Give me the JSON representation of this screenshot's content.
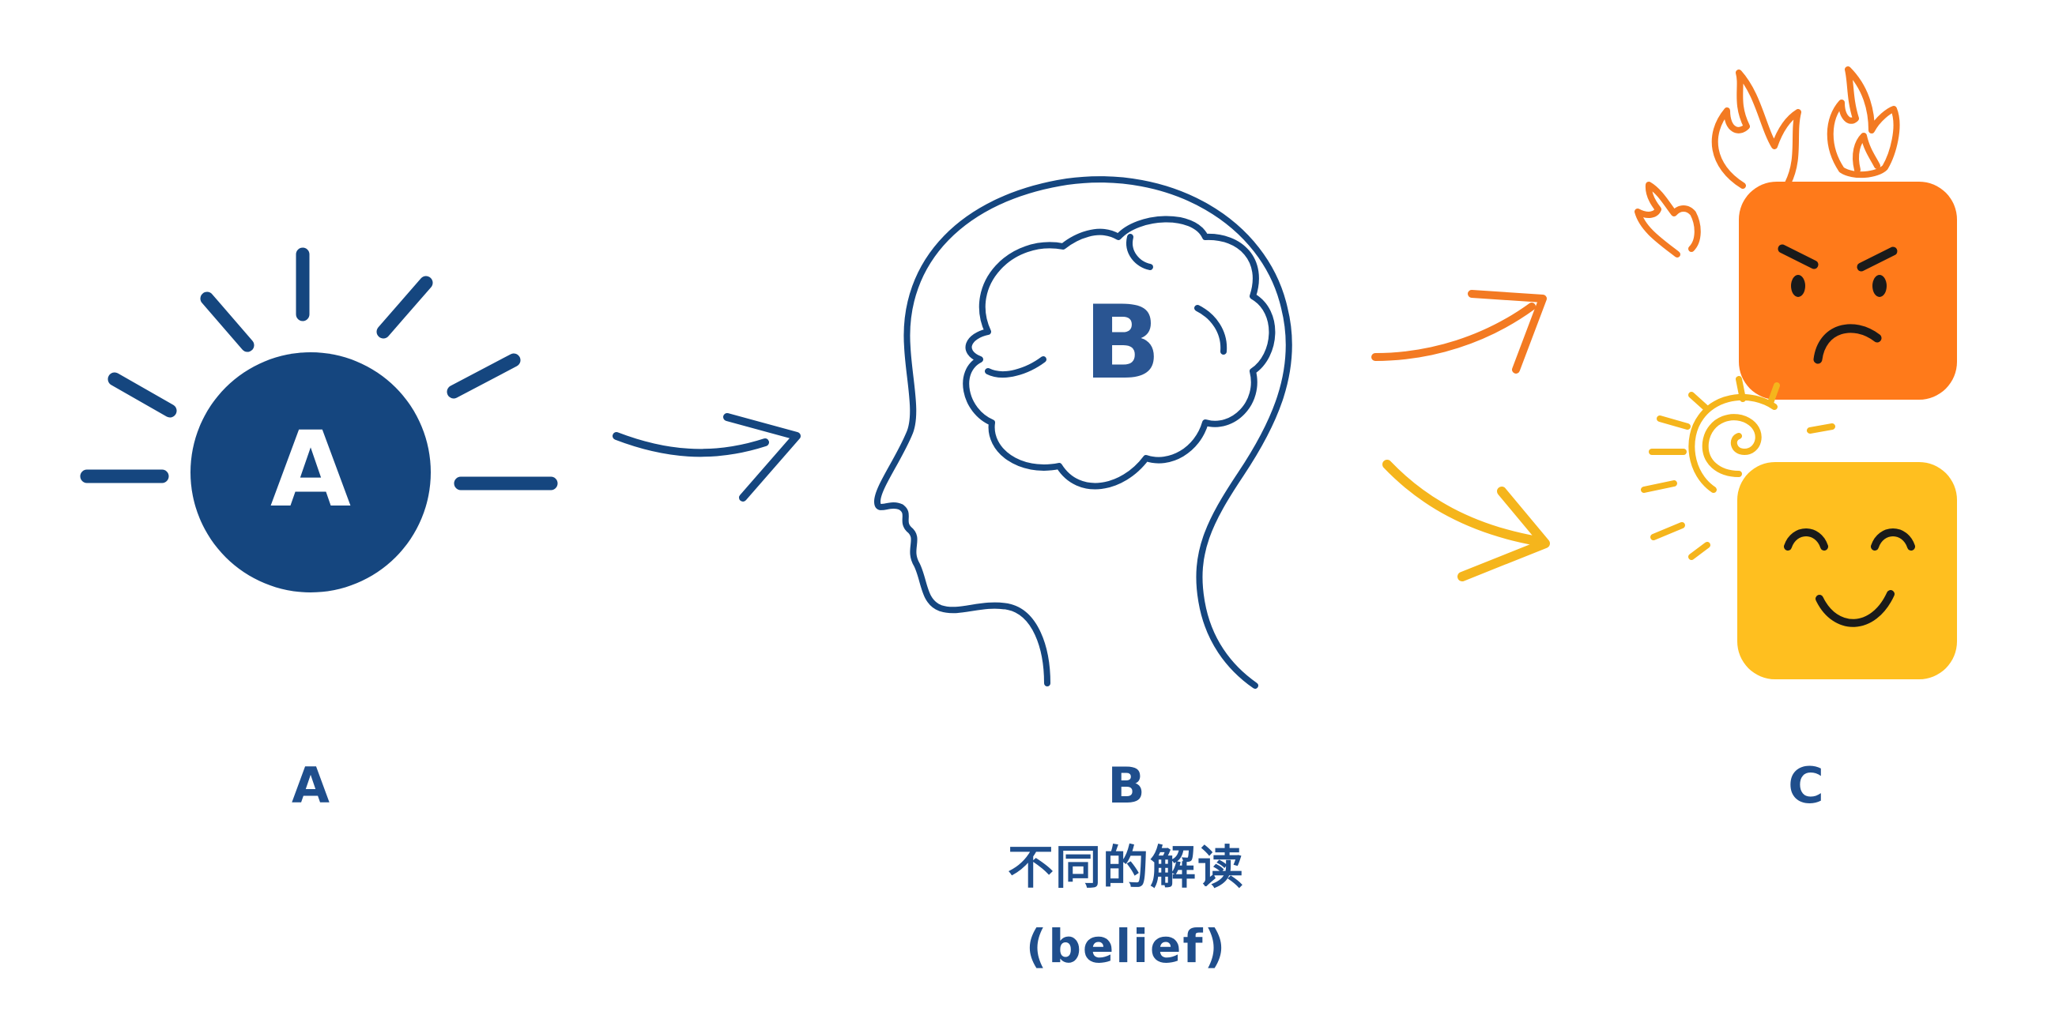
{
  "diagram": {
    "colors": {
      "navy": "#15467f",
      "label_navy": "#1f4e8c",
      "orange": "#ff7a1a",
      "orange_stroke": "#f37a22",
      "yellow": "#ffbf1f",
      "yellow_stroke": "#f5b51c"
    },
    "event": {
      "icon_letter": "A",
      "caption": "A",
      "icon": "sun-circle-icon"
    },
    "belief": {
      "icon_letter": "B",
      "caption": "B",
      "subtitle": "不同的解读",
      "subtitle_en": "(belief)",
      "icon": "head-brain-icon"
    },
    "consequence": {
      "caption": "C",
      "outcomes": [
        {
          "name": "angry-face",
          "color": "#ff7a1a",
          "icon": "flame-icon"
        },
        {
          "name": "happy-face",
          "color": "#ffbf1f",
          "icon": "sun-spiral-icon"
        }
      ]
    },
    "arrows": [
      "A-to-B",
      "B-to-C-angry",
      "B-to-C-happy"
    ]
  }
}
